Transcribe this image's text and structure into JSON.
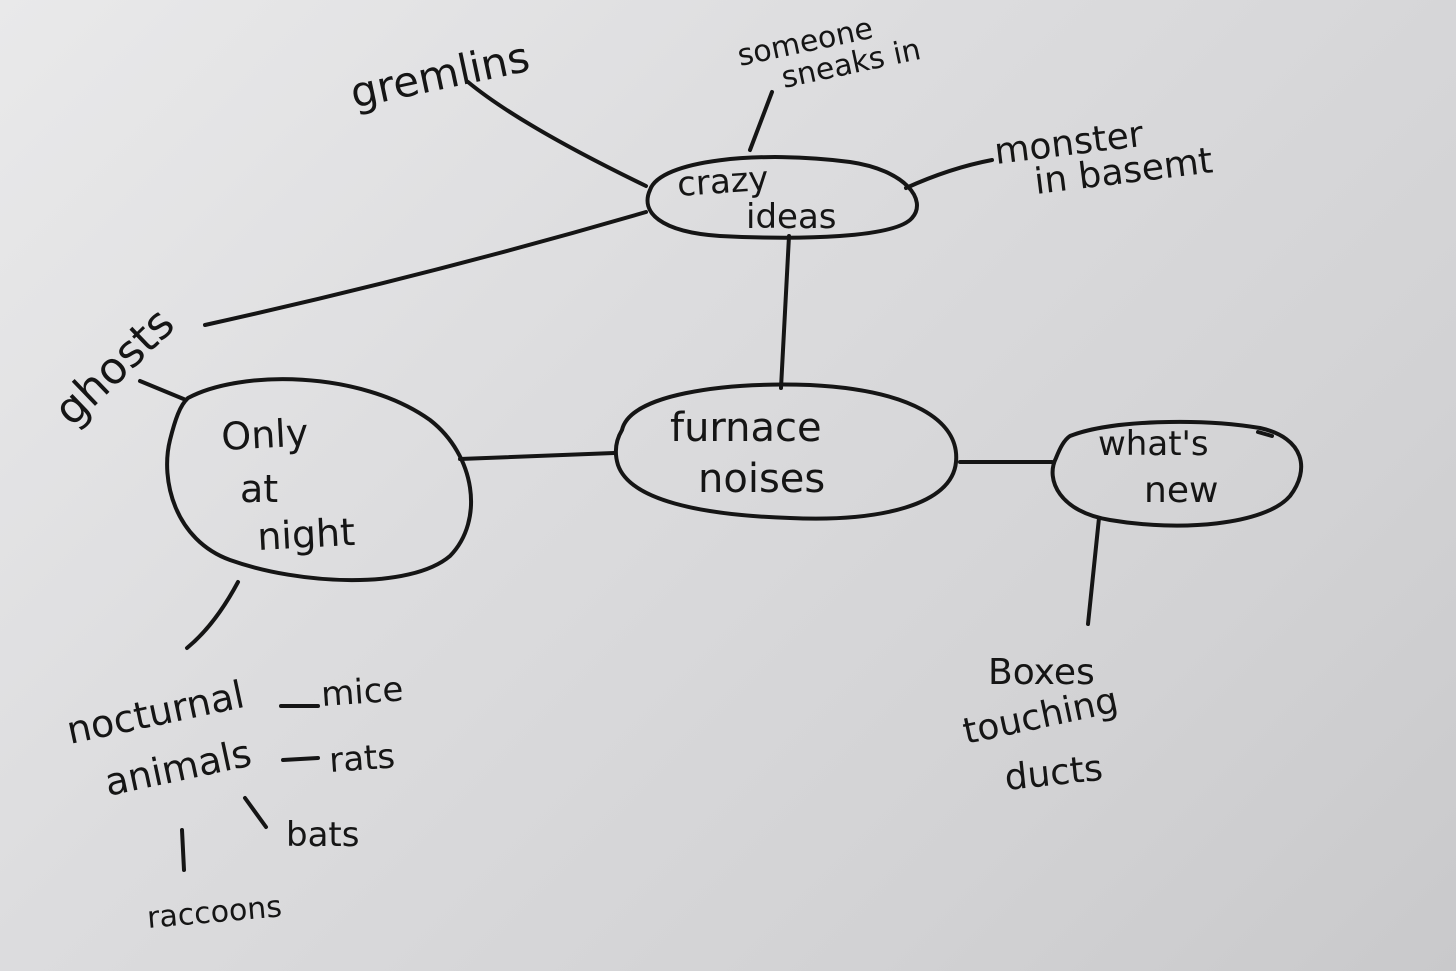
{
  "nodes": {
    "crazy_ideas": [
      "crazy",
      "ideas"
    ],
    "furnace_noises": [
      "furnace",
      "noises"
    ],
    "only_at_night": [
      "Only",
      "at",
      "night"
    ],
    "whats_new": [
      "what's",
      "new"
    ],
    "gremlins": [
      "gremlins"
    ],
    "someone_sneaks_in": [
      "someone",
      "sneaks in"
    ],
    "monster_in_basement": [
      "monster",
      "in basemt"
    ],
    "ghosts": [
      "ghosts"
    ],
    "nocturnal_animals": [
      "nocturnal",
      "animals"
    ],
    "mice": [
      "mice"
    ],
    "rats": [
      "rats"
    ],
    "bats": [
      "bats"
    ],
    "raccoons": [
      "raccoons"
    ],
    "boxes_touching_ducts": [
      "Boxes",
      "touching",
      "ducts"
    ]
  }
}
